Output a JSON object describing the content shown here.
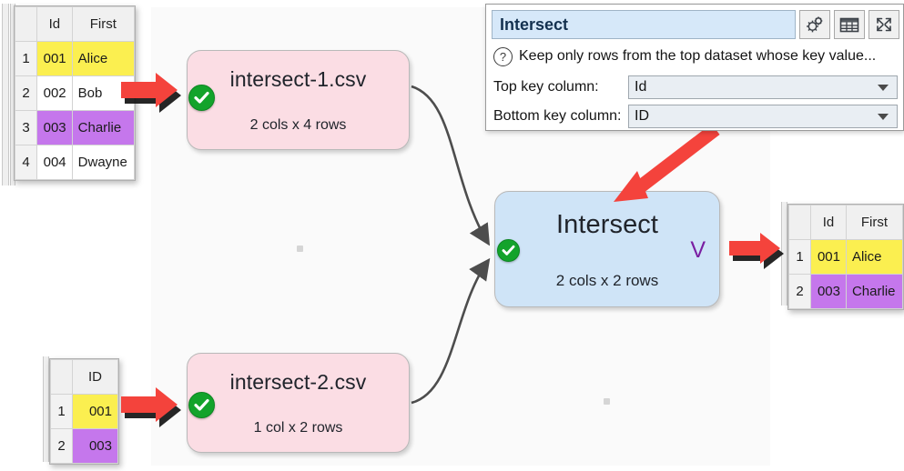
{
  "app": {
    "canvas_label": "flow-canvas"
  },
  "panel": {
    "title_value": "Intersect",
    "buttons": [
      {
        "name": "settings-gears-icon",
        "label": "gears-icon"
      },
      {
        "name": "table-view-icon",
        "label": "table-icon"
      },
      {
        "name": "expand-icon",
        "label": "expand-arrows-icon"
      }
    ],
    "help_icon": "question-mark-icon",
    "help_text": "Keep only rows from the top dataset whose key value...",
    "fields": [
      {
        "label": "Top key column:",
        "value": "Id",
        "name": "top-key-column"
      },
      {
        "label": "Bottom key column:",
        "value": "ID",
        "name": "bottom-key-column"
      }
    ]
  },
  "nodes": [
    {
      "id": "intersect-1",
      "title": "intersect-1.csv",
      "subtitle": "2 cols x 4 rows",
      "status": "ok",
      "color": "#fbdde4"
    },
    {
      "id": "intersect-2",
      "title": "intersect-2.csv",
      "subtitle": "1 col x 2 rows",
      "status": "ok",
      "color": "#fbdde4"
    },
    {
      "id": "intersect-op",
      "title": "Intersect",
      "subtitle": "2 cols x 2 rows",
      "status": "ok",
      "marker": "V",
      "color": "#cfe4f7"
    }
  ],
  "tables": {
    "top_left": {
      "name": "top-input-table",
      "headers": [
        "",
        "Id",
        "First"
      ],
      "rows": [
        {
          "n": "1",
          "cells": [
            "001",
            "Alice"
          ],
          "fill": "yellow"
        },
        {
          "n": "2",
          "cells": [
            "002",
            "Bob"
          ],
          "fill": "plain"
        },
        {
          "n": "3",
          "cells": [
            "003",
            "Charlie"
          ],
          "fill": "purple"
        },
        {
          "n": "4",
          "cells": [
            "004",
            "Dwayne"
          ],
          "fill": "plain"
        }
      ]
    },
    "bottom_left": {
      "name": "bottom-input-table",
      "headers": [
        "",
        "ID"
      ],
      "rows": [
        {
          "n": "1",
          "cells": [
            "001"
          ],
          "fill": "yellow"
        },
        {
          "n": "2",
          "cells": [
            "003"
          ],
          "fill": "purple"
        }
      ]
    },
    "right": {
      "name": "output-table",
      "headers": [
        "",
        "Id",
        "First"
      ],
      "rows": [
        {
          "n": "1",
          "cells": [
            "001",
            "Alice"
          ],
          "fill": "yellow"
        },
        {
          "n": "2",
          "cells": [
            "003",
            "Charlie"
          ],
          "fill": "purple"
        }
      ]
    }
  },
  "annotations": [
    {
      "name": "red-arrow-to-top-node",
      "type": "block-arrow-right"
    },
    {
      "name": "red-arrow-to-bottom-node",
      "type": "block-arrow-right"
    },
    {
      "name": "red-arrow-from-intersect",
      "type": "block-arrow-right"
    },
    {
      "name": "red-arrow-pointer-to-intersect",
      "type": "diagonal-arrow"
    }
  ],
  "colors": {
    "highlight_yellow": "#fbef50",
    "highlight_purple": "#c577ec",
    "node_pink": "#fbdde4",
    "node_blue": "#cfe4f7",
    "status_green": "#13a32b",
    "annotation_red": "#f4433c",
    "marker_purple": "#7a1fa2"
  }
}
